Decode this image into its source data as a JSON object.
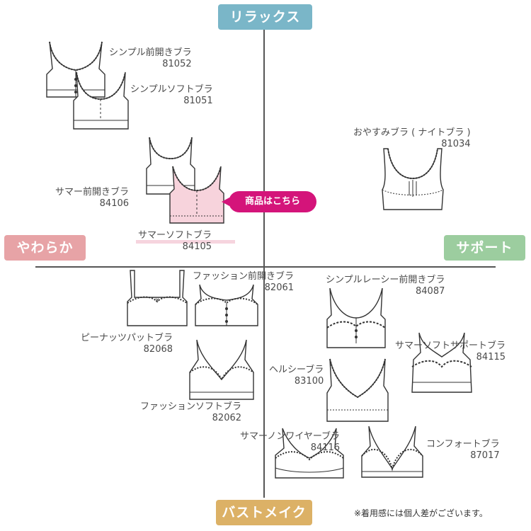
{
  "axes": {
    "top": {
      "label": "リラックス",
      "color": "#7ab6c8"
    },
    "bottom": {
      "label": "バストメイク",
      "color": "#dcb166"
    },
    "left": {
      "label": "やわらか",
      "color": "#e7a3a6"
    },
    "right": {
      "label": "サポート",
      "color": "#9ccd9f"
    }
  },
  "products": [
    {
      "name": "シンプル前開きブラ",
      "code": "81052"
    },
    {
      "name": "シンプルソフトブラ",
      "code": "81051"
    },
    {
      "name": "おやすみブラ ( ナイトブラ )",
      "code": "81034"
    },
    {
      "name": "サマー前開きブラ",
      "code": "84106"
    },
    {
      "name": "サマーソフトブラ",
      "code": "84105"
    },
    {
      "name": "ファッション前開きブラ",
      "code": "82061"
    },
    {
      "name": "シンプルレーシー前開きブラ",
      "code": "84087"
    },
    {
      "name": "ピーナッツパットブラ",
      "code": "82068"
    },
    {
      "name": "サマーソフトサポートブラ",
      "code": "84115"
    },
    {
      "name": "ヘルシーブラ",
      "code": "83100"
    },
    {
      "name": "ファッションソフトブラ",
      "code": "82062"
    },
    {
      "name": "サマーノンワイヤーブラ",
      "code": "84116"
    },
    {
      "name": "コンフォートブラ",
      "code": "87017"
    }
  ],
  "callout": {
    "label": "商品はこちら",
    "color": "#d4147a"
  },
  "note": "※着用感には個人差がございます。"
}
